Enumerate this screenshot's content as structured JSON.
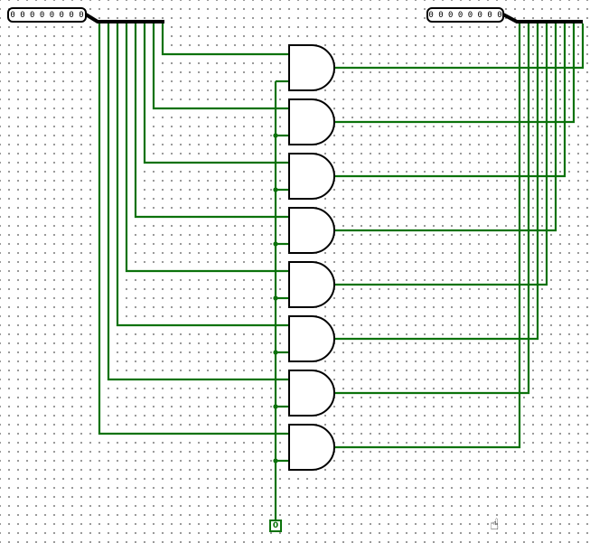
{
  "colors": {
    "wire": "#0b720b",
    "outline": "#000000",
    "grid_dot": "#8f8f8f",
    "background": "#ffffff"
  },
  "pins": {
    "left": {
      "display": "0 0 0 0 0 0 0 0",
      "bit_width": 8
    },
    "right": {
      "display": "0 0 0 0 0 0 0 0",
      "bit_width": 8
    }
  },
  "constant": {
    "value": "0"
  },
  "gates": {
    "type": "AND",
    "count": 8
  },
  "cursor": {
    "glyph": "☝"
  }
}
